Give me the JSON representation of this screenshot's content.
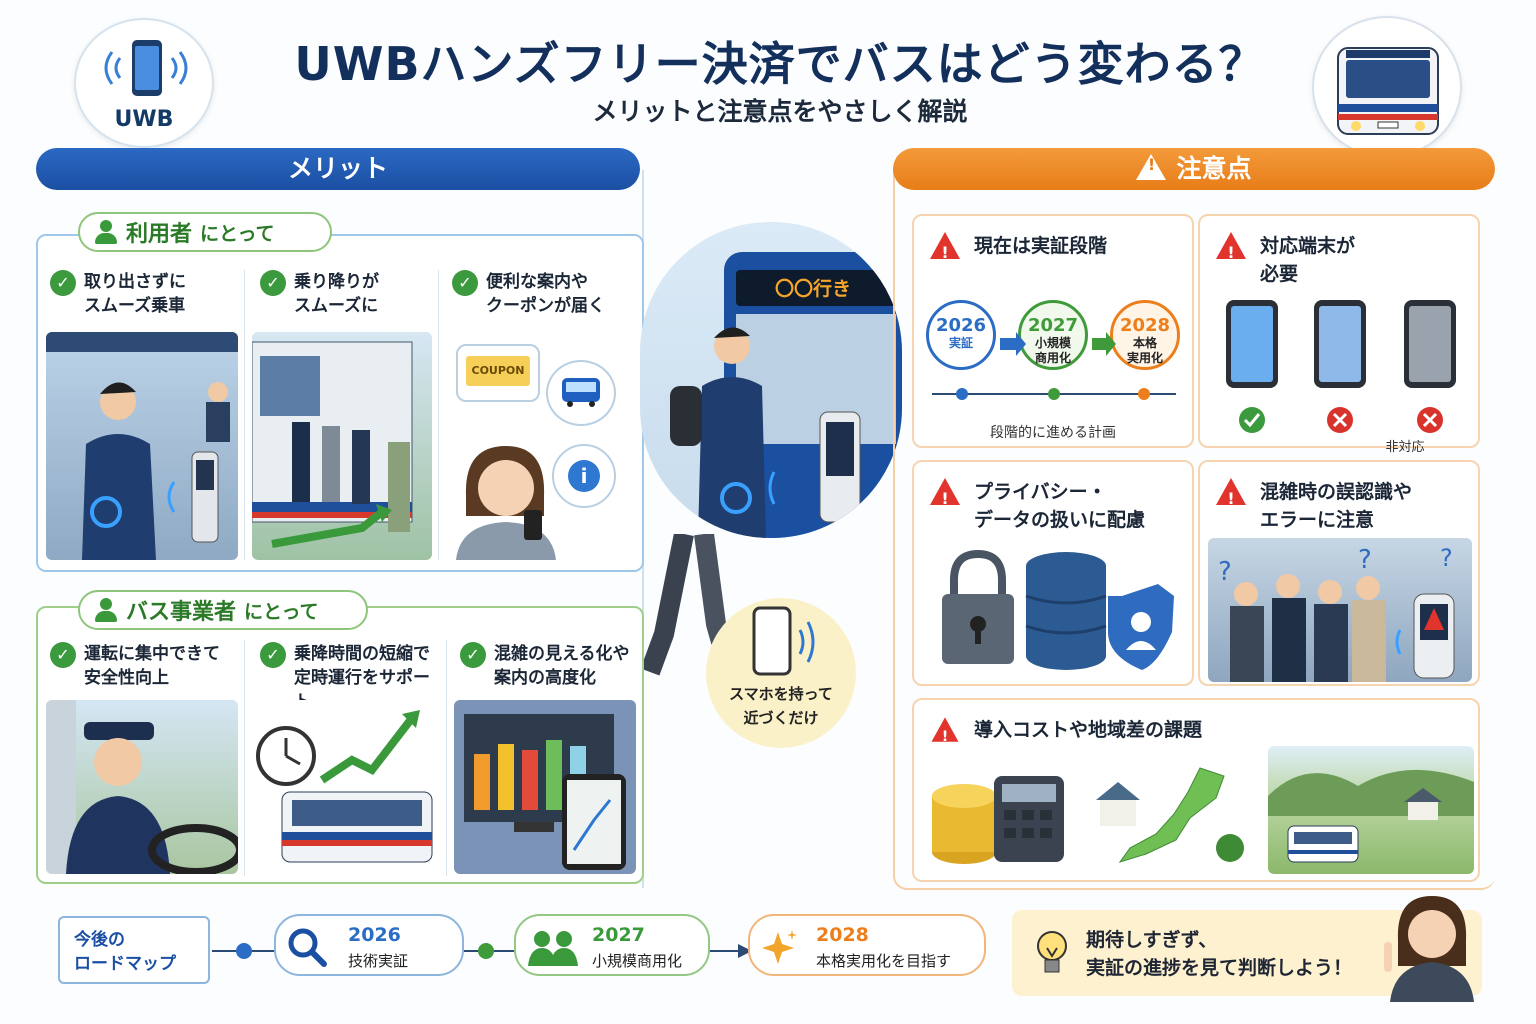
{
  "header": {
    "badge_label": "UWB",
    "title": "UWBハンズフリー決済でバスはどう変わる？",
    "subtitle": "メリットと注意点をやさしく解説"
  },
  "merit": {
    "title": "メリット",
    "users": {
      "label_main": "利用者",
      "label_sub": "にとって",
      "items": [
        {
          "line1": "取り出さずに",
          "line2": "スムーズ乗車"
        },
        {
          "line1": "乗り降りが",
          "line2": "スムーズに"
        },
        {
          "line1": "便利な案内や",
          "line2": "クーポンが届く"
        }
      ],
      "coupon_label": "COUPON"
    },
    "operators": {
      "label_main": "バス事業者",
      "label_sub": "にとって",
      "items": [
        {
          "line1": "運転に集中できて",
          "line2": "安全性向上"
        },
        {
          "line1": "乗降時間の短縮で",
          "line2": "定時運行をサポート"
        },
        {
          "line1": "混雑の見える化や",
          "line2": "案内の高度化"
        }
      ]
    }
  },
  "center": {
    "destination_sign": "〇〇行き",
    "phone_caption_1": "スマホを持って",
    "phone_caption_2": "近づくだけ"
  },
  "caution": {
    "title": "注意点",
    "stage": {
      "title": "現在は実証段階",
      "years": [
        {
          "year": "2026",
          "label1": "実証",
          "label2": "",
          "color": "#2b6cc4"
        },
        {
          "year": "2027",
          "label1": "小規模",
          "label2": "商用化",
          "color": "#3f9a3a"
        },
        {
          "year": "2028",
          "label1": "本格",
          "label2": "実用化",
          "color": "#ec7f1c"
        }
      ],
      "caption": "段階的に進める計画"
    },
    "devices": {
      "title1": "対応端末が",
      "title2": "必要",
      "unsupported_label": "非対応"
    },
    "privacy": {
      "title1": "プライバシー・",
      "title2": "データの扱いに配慮"
    },
    "crowd": {
      "title1": "混雑時の誤認識や",
      "title2": "エラーに注意"
    },
    "cost": {
      "title": "導入コストや地域差の課題"
    }
  },
  "roadmap": {
    "label1": "今後の",
    "label2": "ロードマップ",
    "steps": [
      {
        "year": "2026",
        "text": "技術実証"
      },
      {
        "year": "2027",
        "text": "小規模商用化"
      },
      {
        "year": "2028",
        "text": "本格実用化を目指す"
      }
    ]
  },
  "tip": {
    "line1": "期待しすぎず、",
    "line2": "実証の進捗を見て判断しよう！"
  },
  "colors": {
    "blue": "#1b4fa3",
    "orange": "#e77d18",
    "green": "#3a9a3b",
    "navy": "#132f5c"
  }
}
